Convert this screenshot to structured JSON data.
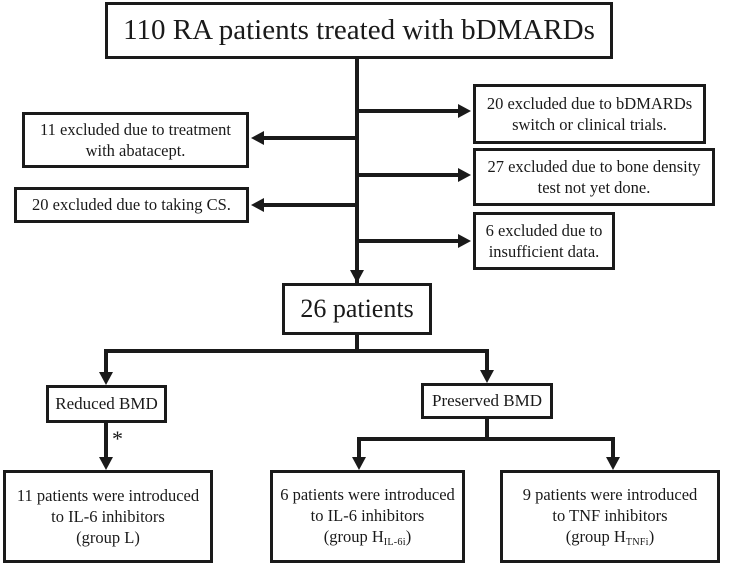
{
  "diagram": {
    "title": "110 RA patients treated with bDMARDs",
    "type": "patient-flow-diagram",
    "annotation_symbol": "*"
  },
  "nodes": {
    "top": {
      "line1": "110 RA patients treated with bDMARDs"
    },
    "excluded_right_1": {
      "line1": "20 excluded due to bDMARDs",
      "line2": "switch or clinical trials.",
      "count": 20
    },
    "excluded_right_2": {
      "line1": "27 excluded due to bone density",
      "line2": "test not yet done.",
      "count": 27
    },
    "excluded_right_3": {
      "line1": "6 excluded due to",
      "line2": "insufficient data.",
      "count": 6
    },
    "excluded_left_1": {
      "line1": "11 excluded due to treatment",
      "line2": "with abatacept.",
      "count": 11
    },
    "excluded_left_2": {
      "line1": "20 excluded due to taking CS.",
      "count": 20
    },
    "remaining": {
      "line1": "26 patients",
      "count": 26
    },
    "reduced_bmd": {
      "line1": "Reduced BMD"
    },
    "preserved_bmd": {
      "line1": "Preserved BMD"
    },
    "group_L": {
      "line1": "11 patients were introduced",
      "line2": "to IL-6 inhibitors",
      "line3_prefix": "(group L)",
      "count": 11
    },
    "group_H_IL6i": {
      "line1": "6 patients were introduced",
      "line2": "to IL-6 inhibitors",
      "line3_prefix": "(group H",
      "line3_sub": "IL-6i",
      "line3_suffix": ")",
      "count": 6
    },
    "group_H_TNFi": {
      "line1": "9 patients were introduced",
      "line2": "to TNF inhibitors",
      "line3_prefix": "(group H",
      "line3_sub": "TNFi",
      "line3_suffix": ")",
      "count": 9
    }
  }
}
